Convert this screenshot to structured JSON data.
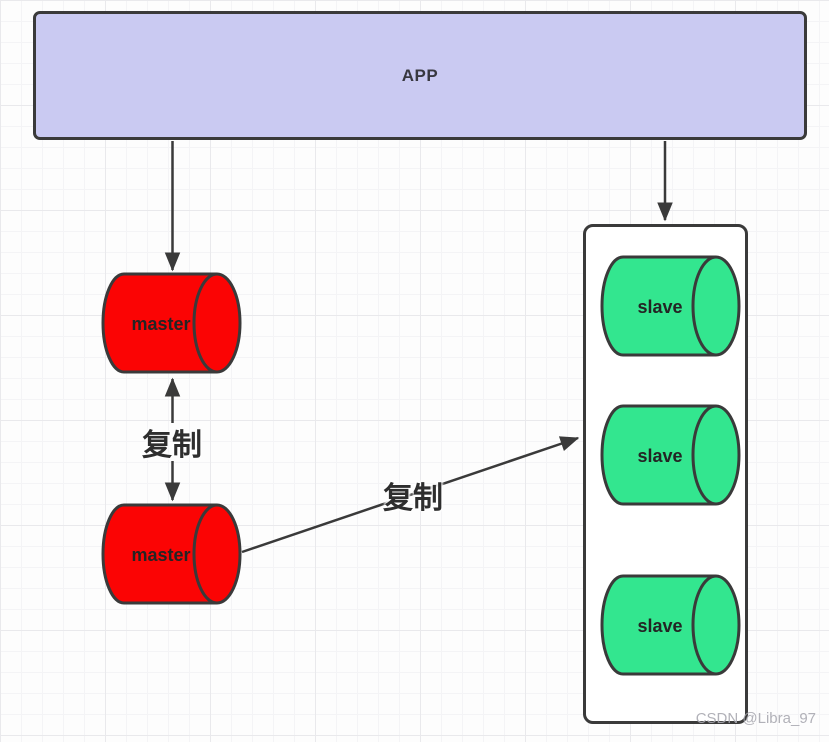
{
  "app": {
    "label": "APP"
  },
  "masters": [
    {
      "label": "master"
    },
    {
      "label": "master"
    }
  ],
  "slave_group": {
    "slaves": [
      {
        "label": "slave"
      },
      {
        "label": "slave"
      },
      {
        "label": "slave"
      }
    ]
  },
  "edges": {
    "vertical_replication_label": "复制",
    "diagonal_replication_label": "复制"
  },
  "watermark": {
    "text": "CSDN @Libra_97"
  },
  "colors": {
    "app_fill": "#cacaf2",
    "master_fill": "#fb0404",
    "slave_fill": "#33e68f",
    "stroke": "#3a3a3a",
    "grid_minor": "#f4f4f6",
    "grid_major": "#e9e9ec",
    "watermark": "#a9a9b1"
  }
}
